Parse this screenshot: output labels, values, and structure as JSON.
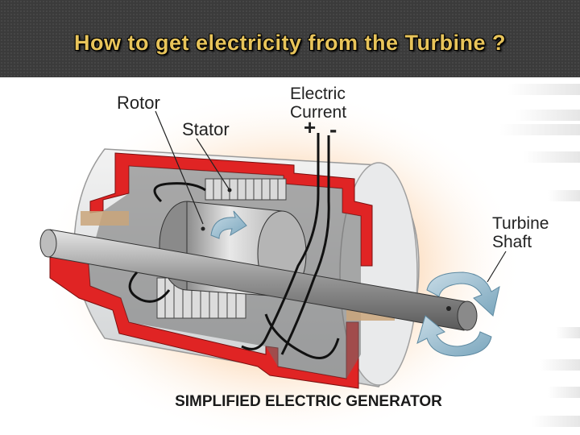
{
  "title": "How to get electricity from the Turbine ?",
  "labels": {
    "rotor": "Rotor",
    "stator": "Stator",
    "electric_current_line1": "Electric",
    "electric_current_line2": "Current",
    "plus": "+",
    "minus": "-",
    "turbine_shaft_line1": "Turbine",
    "turbine_shaft_line2": "Shaft"
  },
  "caption": "SIMPLIFIED ELECTRIC GENERATOR",
  "colors": {
    "title_bar": "#3b3b3b",
    "title_text": "#e8c45a",
    "housing_red": "#e02424",
    "glow": "#f7a35c",
    "arrow_blue": "#8fb7cc"
  }
}
